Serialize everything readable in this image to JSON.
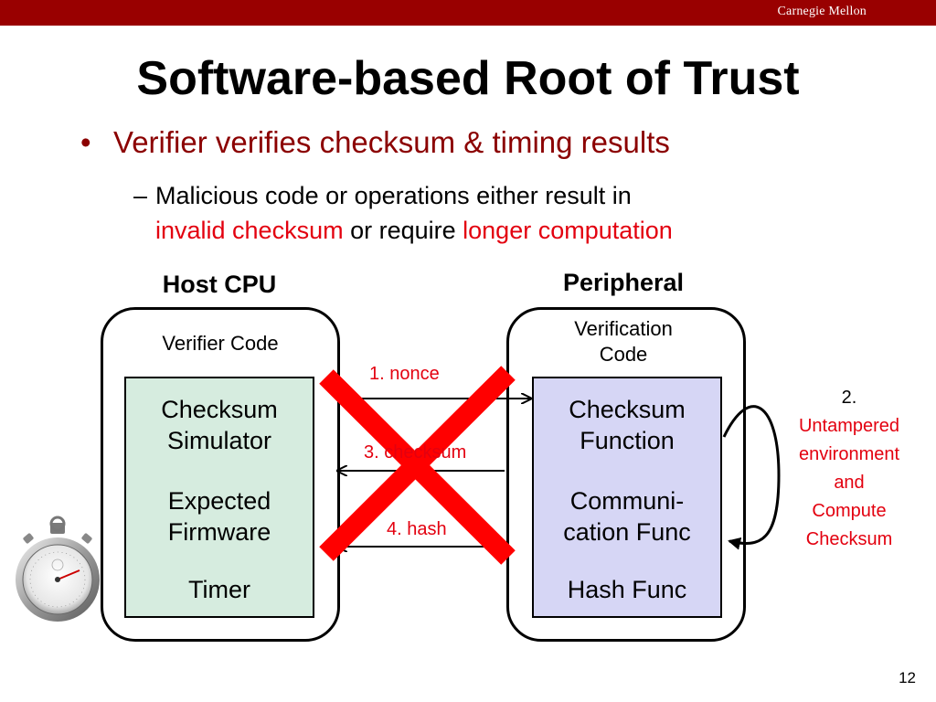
{
  "header": {
    "brand": "Carnegie Mellon"
  },
  "title": "Software-based Root of Trust",
  "bullet": {
    "marker": "•",
    "text": "Verifier verifies checksum & timing results"
  },
  "subbullet": {
    "dash": "–",
    "line1": "Malicious code or operations either result in",
    "line2_highlight1": "invalid checksum",
    "line2_middle": " or require ",
    "line2_highlight2": "longer computation"
  },
  "diagram": {
    "host": {
      "heading": "Host CPU",
      "label": "Verifier Code",
      "boxes": [
        "Checksum Simulator",
        "Expected Firmware",
        "Timer"
      ]
    },
    "peripheral": {
      "heading": "Peripheral",
      "label_line1": "Verification",
      "label_line2": "Code",
      "boxes_line1": [
        "Checksum",
        "Communi-",
        "Hash Func"
      ],
      "boxes_line2": [
        "Function",
        "cation Func",
        ""
      ]
    },
    "messages": {
      "nonce": "1. nonce",
      "checksum": "3. checksum",
      "hash": "4. hash"
    },
    "side_note": {
      "number": "2.",
      "lines": [
        "Untampered",
        "environment",
        "and",
        "Compute",
        "Checksum"
      ]
    },
    "colors": {
      "accent_red": "#e3000f",
      "cross_red": "#ff0000",
      "bar": "#990000",
      "host_fill": "#d6ecdf",
      "periph_fill": "#d6d6f5"
    }
  },
  "page_number": "12"
}
